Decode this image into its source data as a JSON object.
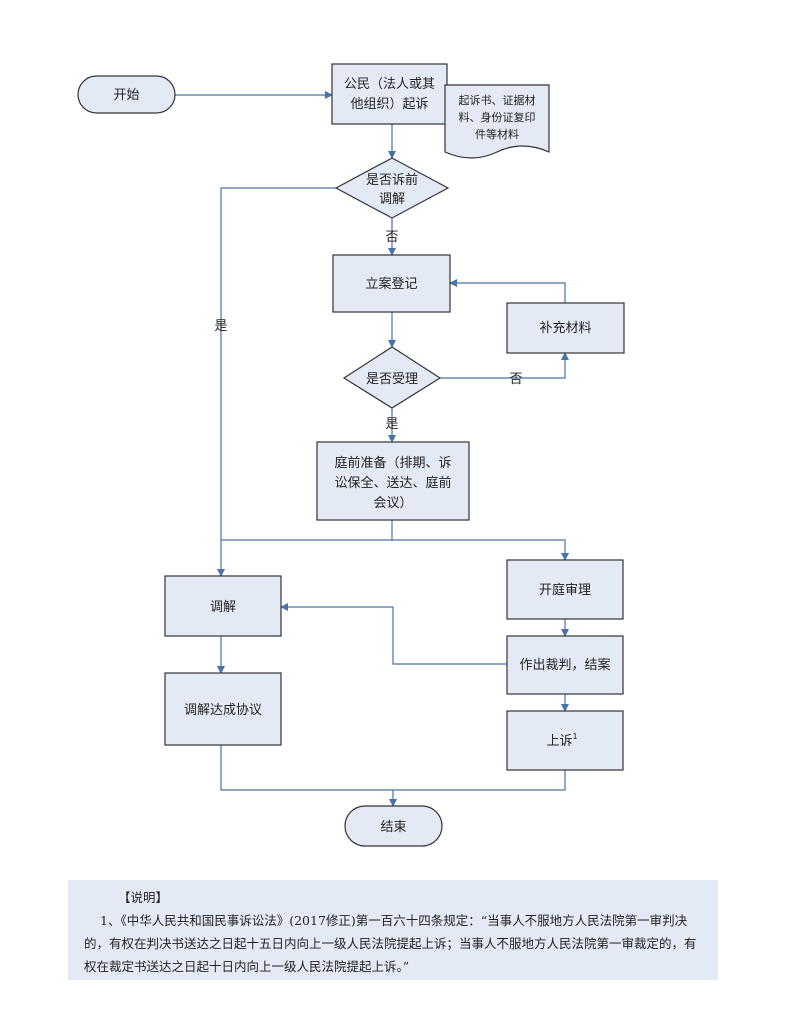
{
  "nodes": {
    "start": "开始",
    "file_line1": "公民（法人或其",
    "file_line2": "他组织）起诉",
    "docs_line1": "起诉书、证据材",
    "docs_line2": "料、身份证复印",
    "docs_line3": "件等材料",
    "pre_mediation_line1": "是否诉前",
    "pre_mediation_line2": "调解",
    "register": "立案登记",
    "supplement": "补充材料",
    "accepted": "是否受理",
    "prep_line1": "庭前准备（排期、诉",
    "prep_line2": "讼保全、送达、庭前",
    "prep_line3": "会议）",
    "mediation": "调解",
    "mediation_agreement": "调解达成协议",
    "trial": "开庭审理",
    "judgment": "作出裁判，结案",
    "appeal": "上诉",
    "appeal_note_ref": "1",
    "end": "结束"
  },
  "edge_labels": {
    "no_1": "否",
    "yes_1": "是",
    "no_2": "否",
    "yes_2": "是"
  },
  "note": {
    "title": "【说明】",
    "body": "1、《中华人民共和国民事诉讼法》(2017修正)第一百六十四条规定：“当事人不服地方人民法院第一审判决的，有权在判决书送达之日起十五日内向上一级人民法院提起上诉；当事人不服地方人民法院第一审裁定的，有权在裁定书送达之日起十日内向上一级人民法院提起上诉。”"
  },
  "colors": {
    "node_fill": "#e4eaf5",
    "node_border": "#333333",
    "connector": "#4a72a8"
  }
}
